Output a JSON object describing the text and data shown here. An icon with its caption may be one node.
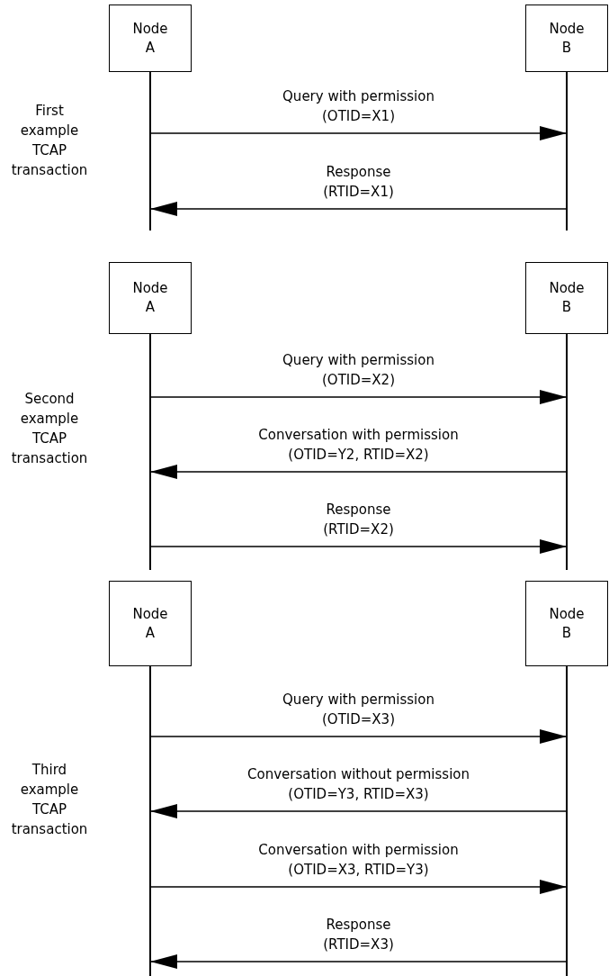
{
  "diagram": {
    "nodes": [
      {
        "text": [
          "Node A"
        ]
      },
      {
        "text": [
          "Node B"
        ]
      },
      {
        "text": [
          "Node A"
        ]
      },
      {
        "text": [
          "Node B"
        ]
      },
      {
        "text": [
          "Node A"
        ]
      },
      {
        "text": [
          "Node B"
        ]
      }
    ],
    "edges": [
      {
        "from": 0,
        "to": 1,
        "arrow": "to",
        "label": "Query with permission (OTID=X1)"
      },
      {
        "from": 1,
        "to": 0,
        "arrow": "to",
        "label": "Response (RTID=X1)"
      },
      {
        "from": 2,
        "to": 3,
        "arrow": "to",
        "label": "Query with permission (OTID=X2)"
      },
      {
        "from": 3,
        "to": 2,
        "arrow": "to",
        "label": "Conversation with permission (OTID=Y2, RTID=X2)"
      },
      {
        "from": 2,
        "to": 3,
        "arrow": "to",
        "label": "Response (RTID=X2)"
      },
      {
        "from": 4,
        "to": 5,
        "arrow": "to",
        "label": "Query with permission (OTID=X3)"
      },
      {
        "from": 5,
        "to": 4,
        "arrow": "to",
        "label": "Conversation without permission (OTID=Y3, RTID=X3)"
      },
      {
        "from": 4,
        "to": 5,
        "arrow": "to",
        "label": "Conversation with permission (OTID=X3, RTID=Y3)"
      },
      {
        "from": 5,
        "to": 4,
        "arrow": "to",
        "label": "Response (RTID=X3)"
      }
    ],
    "labels": [
      "First example TCAP transaction",
      "Second example TCAP transaction",
      "Third example TCAP transaction"
    ]
  }
}
